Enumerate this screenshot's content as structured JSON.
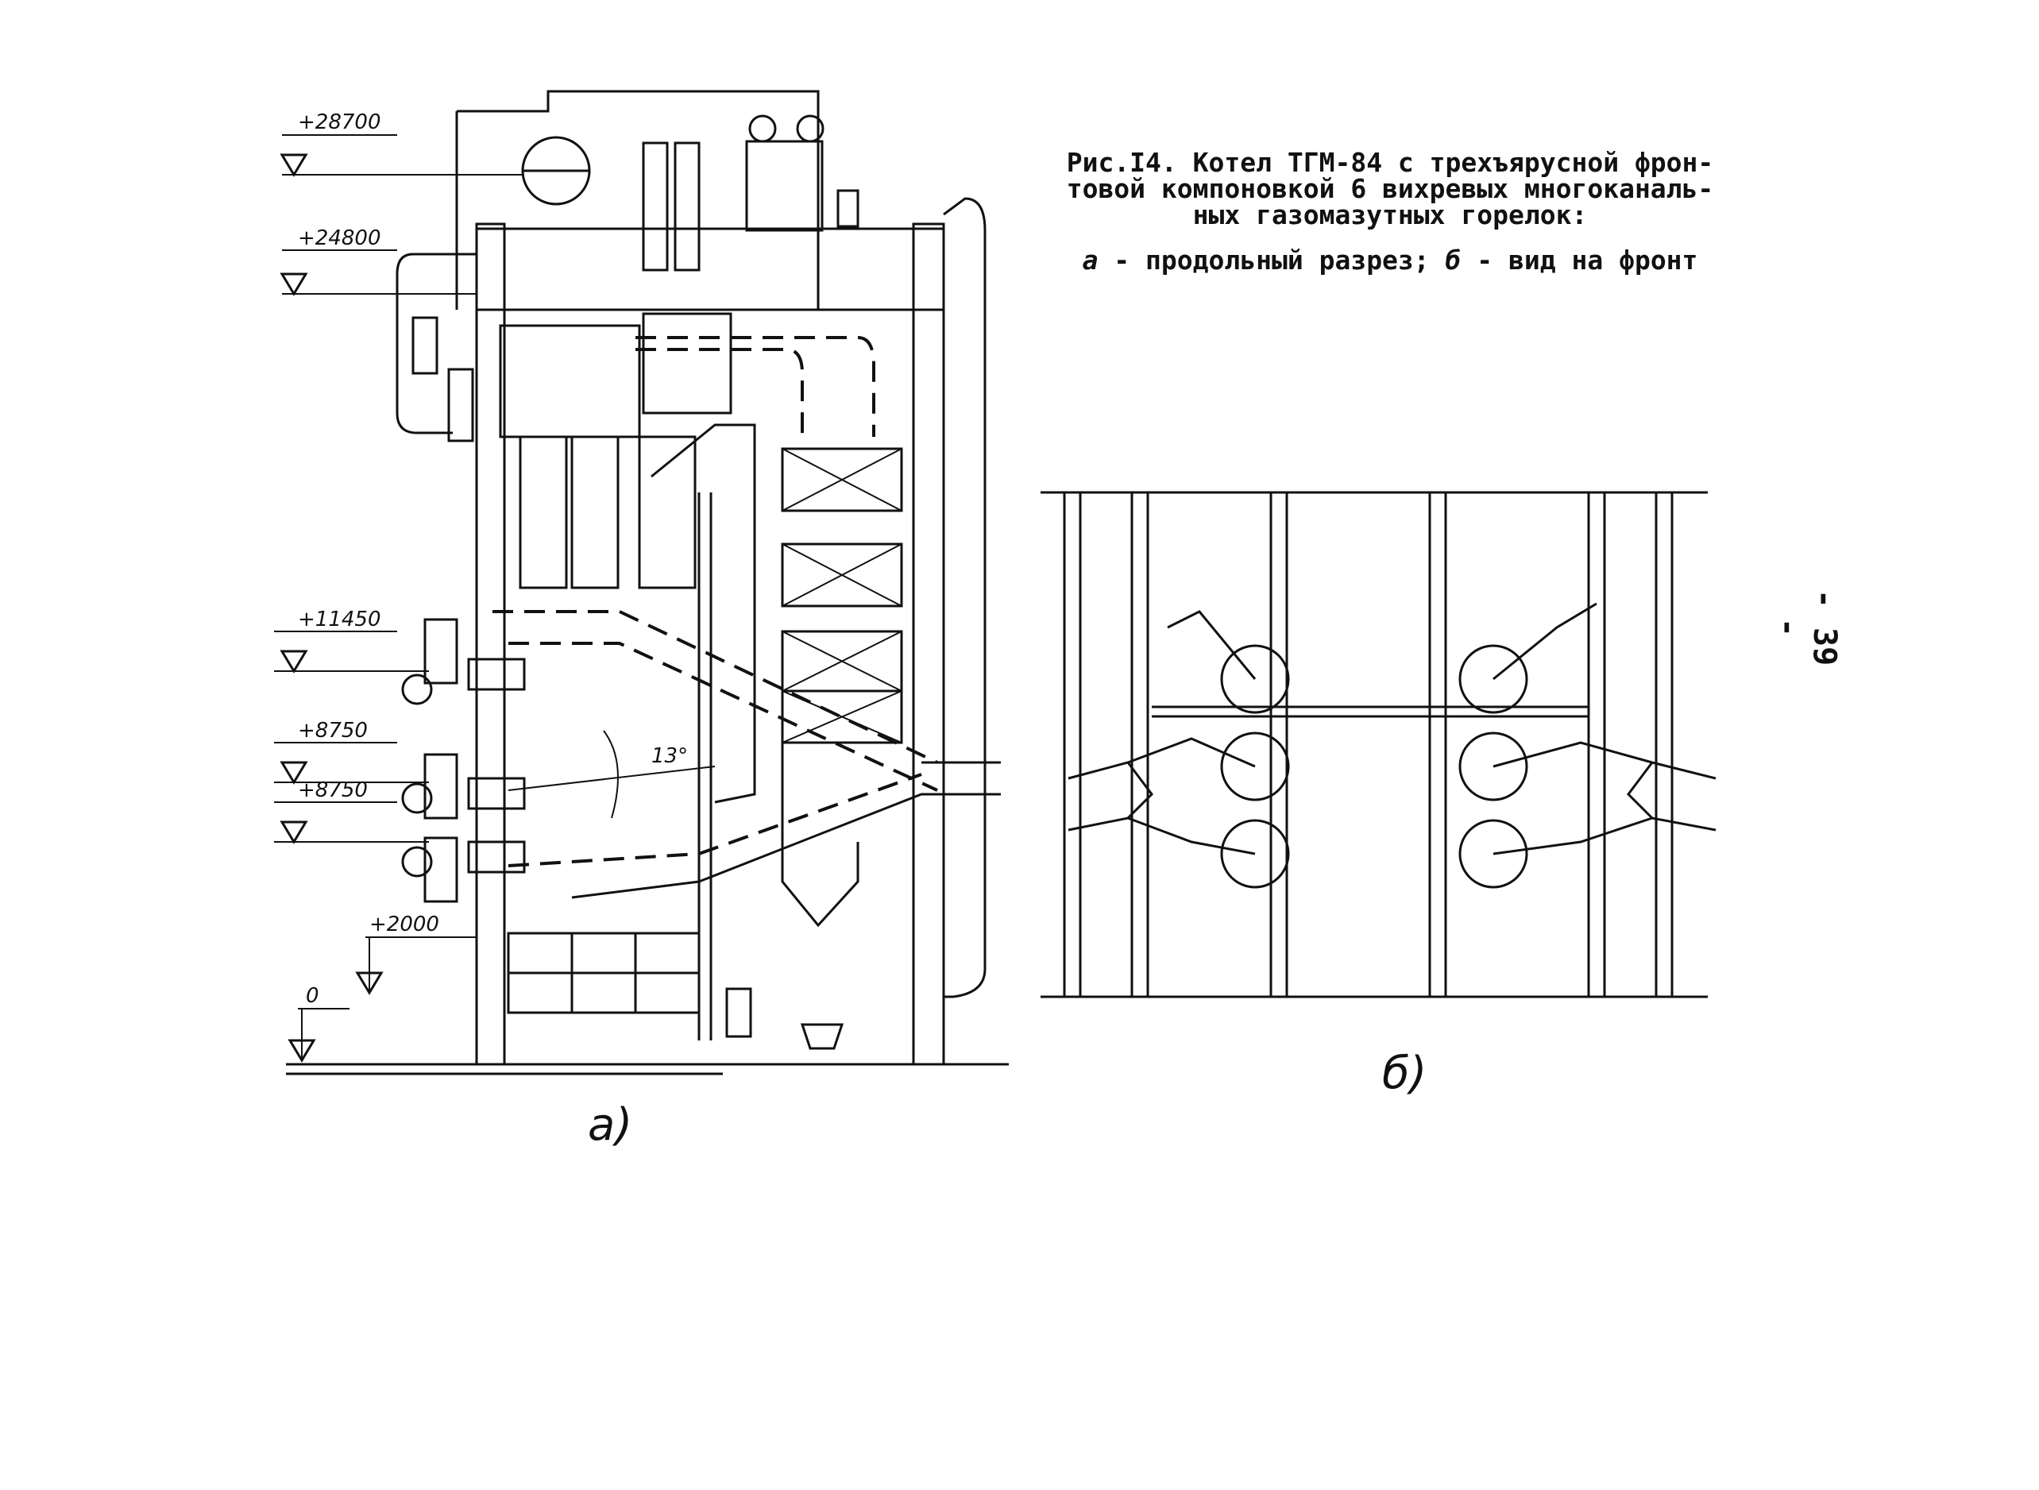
{
  "caption": {
    "line1": "Рис.I4. Котел ТГМ-84 с трехъярусной фрон-",
    "line2": "товой компоновкой 6 вихревых многоканаль-",
    "line3": "ных газомазутных горелок:",
    "sub_a_letter": "а",
    "sub_a_text": " - продольный разрез; ",
    "sub_b_letter": "б",
    "sub_b_text": " - вид на фронт"
  },
  "page_number": "- 39 -",
  "diagram_a": {
    "label": "а)",
    "elevations": [
      "+28700",
      "+24800",
      "+11450",
      "+8750",
      "+8750",
      "+2000",
      "0"
    ],
    "angle": "13°"
  },
  "diagram_b": {
    "label": "б)"
  }
}
